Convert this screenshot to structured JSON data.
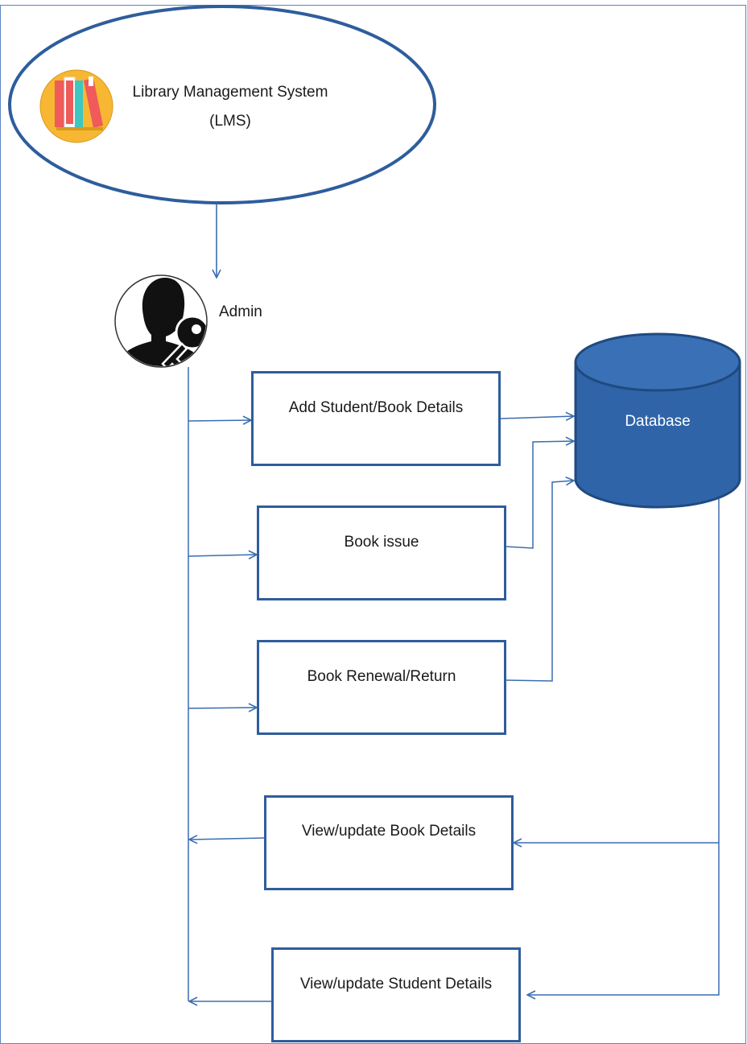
{
  "title": {
    "line1": "Library Management System",
    "line2": "(LMS)"
  },
  "actor": {
    "label": "Admin"
  },
  "processes": {
    "add_details": "Add Student/Book Details",
    "book_issue": "Book issue",
    "renewal_return": "Book Renewal/Return",
    "view_book": "View/update Book Details",
    "view_student": "View/update Student Details"
  },
  "datastore": {
    "label": "Database"
  },
  "colors": {
    "outline": "#2e5d9c",
    "connector": "#3a6db0",
    "database_fill": "#2f64a8",
    "database_stroke": "#1f4a80",
    "logo_bg": "#f7b733",
    "book_red": "#ef5a5a",
    "book_teal": "#3ec6c0"
  },
  "icons": {
    "logo": "books-icon",
    "admin": "admin-key-icon",
    "database": "database-cylinder-icon"
  }
}
